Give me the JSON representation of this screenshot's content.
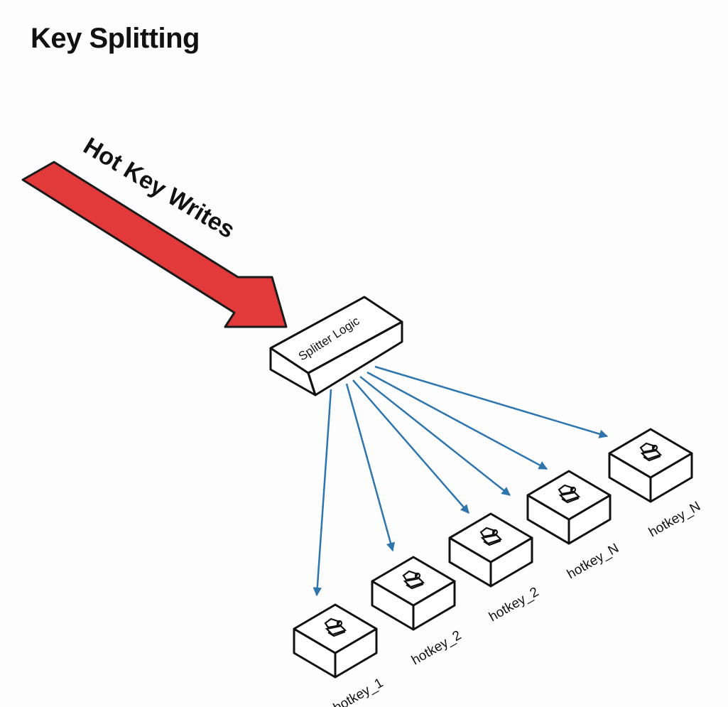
{
  "title": "Key Splitting",
  "input": {
    "label": "Hot Key Writes",
    "arrow_color": "#e23a3a"
  },
  "splitter": {
    "label": "Splitter Logic"
  },
  "connector_color": "#2e75ad",
  "nodes": [
    {
      "id": "n1",
      "label": "hotkey_1",
      "icon": "database-icon"
    },
    {
      "id": "n2",
      "label": "hotkey_2",
      "icon": "database-icon"
    },
    {
      "id": "n3",
      "label": "hotkey_2",
      "icon": "database-icon"
    },
    {
      "id": "n4",
      "label": "hotkey_N",
      "icon": "database-icon"
    },
    {
      "id": "n5",
      "label": "hotkey_N",
      "icon": "database-icon"
    }
  ],
  "edges": [
    {
      "from": "splitter",
      "to": "n1"
    },
    {
      "from": "splitter",
      "to": "n2"
    },
    {
      "from": "splitter",
      "to": "n3"
    },
    {
      "from": "splitter",
      "to": "n3b"
    },
    {
      "from": "splitter",
      "to": "n4"
    },
    {
      "from": "splitter",
      "to": "n5"
    }
  ]
}
